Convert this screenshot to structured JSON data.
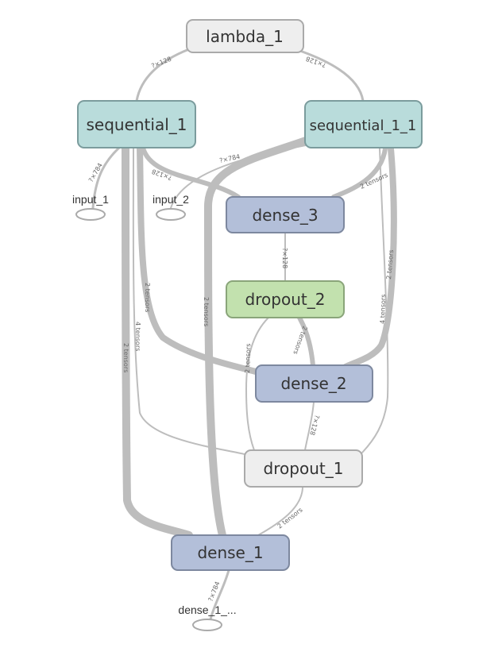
{
  "colors": {
    "edge": "#bdbdbd",
    "gray_fill": "#eeeeee",
    "gray_stroke": "#aaaaaa",
    "teal_fill": "#b9dcdb",
    "teal_stroke": "#7b9c9d",
    "blue_fill": "#b3bfd9",
    "blue_stroke": "#7d889f",
    "green_fill": "#c2e1ae",
    "green_stroke": "#8aa57a"
  },
  "nodes": {
    "lambda_1": "lambda_1",
    "sequential_1": "sequential_1",
    "sequential_1_1": "sequential_1_1",
    "dense_3": "dense_3",
    "dropout_2": "dropout_2",
    "dense_2": "dense_2",
    "dropout_1": "dropout_1",
    "dense_1": "dense_1"
  },
  "io_nodes": {
    "input_1": "input_1",
    "input_2": "input_2",
    "dense_1_out": "dense_1_..."
  },
  "edge_labels": {
    "lambda_seq1": "?×128",
    "lambda_seq11": "?×128",
    "seq1_input1": "?×784",
    "seq11_input2": "?×784",
    "seq1_dense3": "?×128",
    "seq11_dense3": "2 tensors",
    "dense3_dropout2": "?×128",
    "dropout2_dense2": "2 tensors",
    "dense2_dropout1": "?×128",
    "seq11_dense2": "2 tensors",
    "seq11_dropout1": "4 tensors",
    "seq1_dense2": "2 tensors",
    "seq1_dropout1": "4 tensors",
    "seq1_dense1": "2 tensors",
    "seq11_dense1": "2 tensors",
    "dropout2_dropout1": "2 tensors",
    "dropout1_dense1": "2 tensors",
    "dense1_out": "?×784"
  }
}
